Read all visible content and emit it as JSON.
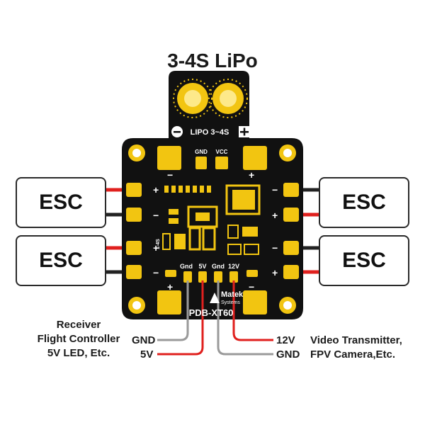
{
  "title": "3-4S LiPo",
  "board": {
    "lipo_label": "LIPO 3~4S",
    "minus_symbol": "−",
    "plus_symbol": "+",
    "pad_gnd": "GND",
    "pad_vcc": "VCC",
    "pin_labels": [
      "Gnd",
      "5V",
      "Gnd",
      "12V"
    ],
    "brand_line1": "Matek",
    "brand_line2": "Systems",
    "model": "PDB-XT60",
    "tiny_label": "1-4S"
  },
  "esc_label": "ESC",
  "left_text": [
    "Receiver",
    "Flight Controller",
    "5V LED, Etc."
  ],
  "right_text": [
    "Video Transmitter,",
    "FPV Camera,Etc."
  ],
  "wire_labels": {
    "gnd_left": "GND",
    "v5": "5V",
    "v12": "12V",
    "gnd_right": "GND"
  },
  "colors": {
    "board": "#111111",
    "pad": "#f2c511",
    "wire_red": "#e0201e",
    "wire_black": "#222222",
    "wire_grey": "#9a9a9a"
  }
}
